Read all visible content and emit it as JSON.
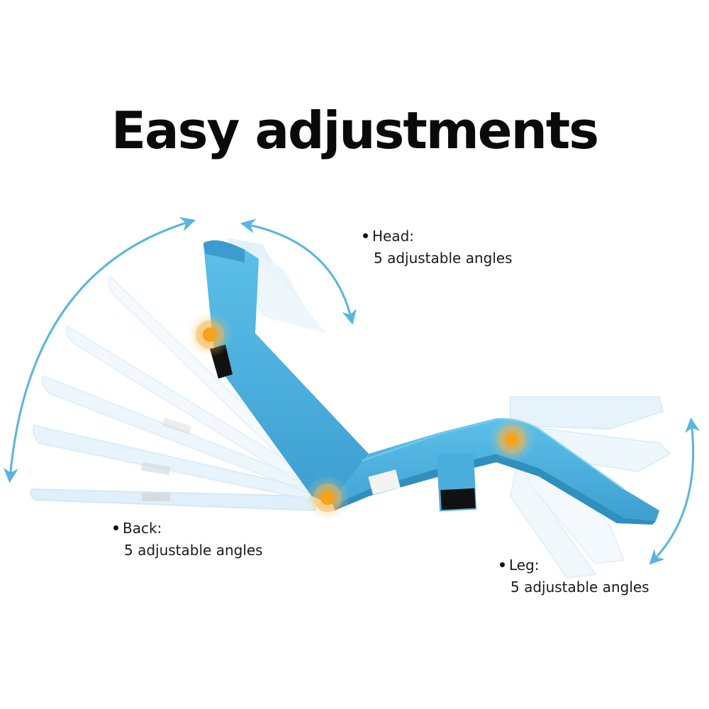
{
  "title": "Easy adjustments",
  "colors": {
    "background": "#ffffff",
    "title_text": "#0a0a0a",
    "label_text": "#1a1a1a",
    "chair_blue": "#4fb3e0",
    "chair_blue_dark": "#2f8fbf",
    "ghost_blue": "#d6ecf8",
    "arrow_blue": "#5ab4e0",
    "hinge_orange": "#f7a21b",
    "strap_black": "#111111"
  },
  "labels": {
    "head": {
      "name": "Head:",
      "detail": "5 adjustable angles"
    },
    "back": {
      "name": "Back:",
      "detail": "5 adjustable angles"
    },
    "leg": {
      "name": "Leg:",
      "detail": "5 adjustable angles"
    }
  },
  "icons": {
    "bullet": "bullet-dot",
    "arrow": "double-headed-curved-arrow",
    "hinge": "orange-pulse-dot"
  },
  "adjustment_positions": {
    "head": 5,
    "back": 5,
    "leg": 5
  }
}
